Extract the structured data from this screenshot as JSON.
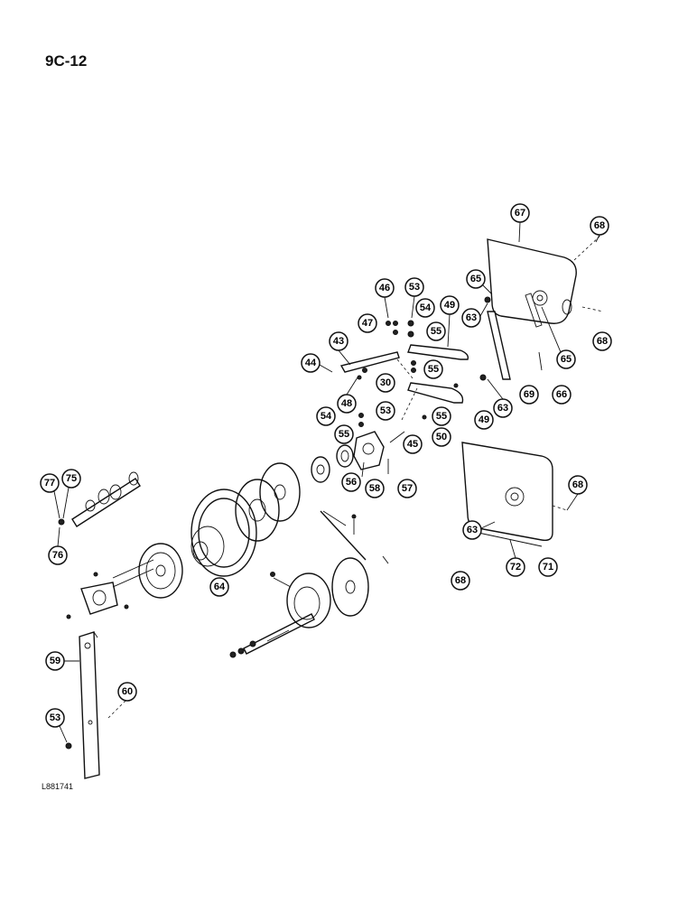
{
  "page_code": "9C-12",
  "drawing_code": "L881741",
  "callouts": [
    "67",
    "68",
    "65",
    "63",
    "65",
    "68",
    "46",
    "53",
    "54",
    "47",
    "49",
    "55",
    "43",
    "44",
    "55",
    "48",
    "30",
    "63",
    "69",
    "66",
    "54",
    "53",
    "55",
    "49",
    "55",
    "45",
    "50",
    "77",
    "75",
    "76",
    "56",
    "58",
    "57",
    "68",
    "63",
    "64",
    "68",
    "72",
    "71",
    "59",
    "60",
    "53"
  ]
}
